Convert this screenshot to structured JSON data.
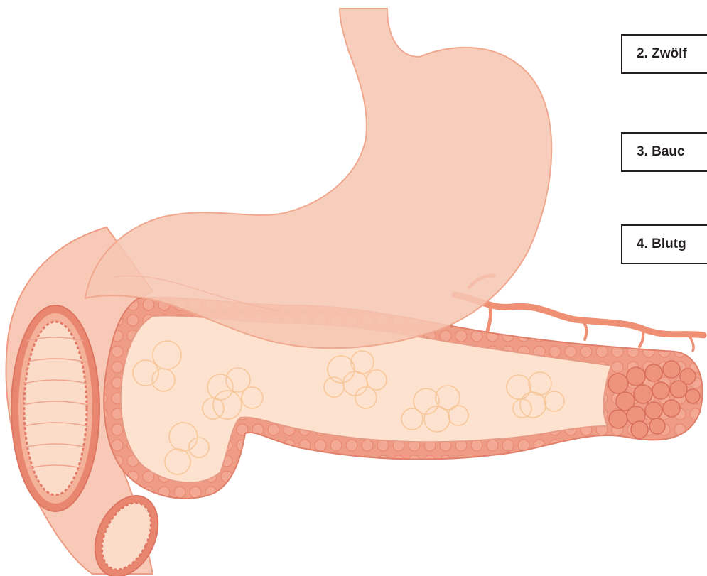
{
  "labels": [
    {
      "number": "2.",
      "text": "Zwölf"
    },
    {
      "number": "3.",
      "text": "Bauc"
    },
    {
      "number": "4.",
      "text": "Blutg"
    }
  ],
  "colors": {
    "organ_fill": "#f6c6b3",
    "organ_stroke": "#e8937a",
    "pancreas_tissue": "#fde3cf",
    "lobule_stroke": "#f7c79a",
    "duct_wall": "#ee957f",
    "duct_dark": "#e07a66",
    "vessel": "#ef8f73",
    "label_border": "#231f20"
  },
  "icons": {
    "stomach": "stomach-shape",
    "pancreas": "pancreas-shape",
    "duodenum": "duodenum-tube",
    "blood_vessel": "artery-branch"
  }
}
